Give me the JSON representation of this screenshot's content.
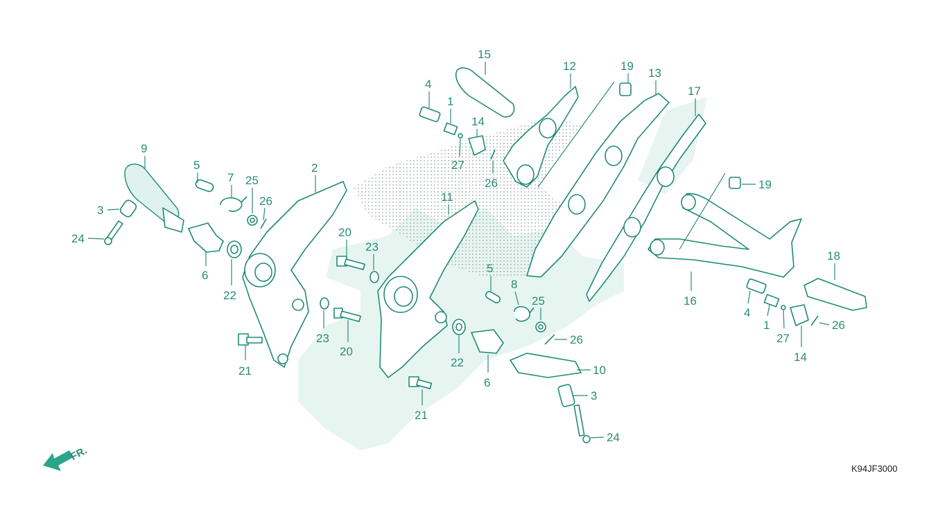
{
  "diagram_code": "K94JF3000",
  "direction_label": "FR.",
  "colors": {
    "line": "#1f8a74",
    "label": "#2b8a78",
    "watermark": "#e7f5f1"
  },
  "callouts": {
    "c1a": "1",
    "c1b": "1",
    "c2": "2",
    "c3a": "3",
    "c3b": "3",
    "c4a": "4",
    "c4b": "4",
    "c5a": "5",
    "c5b": "5",
    "c6a": "6",
    "c6b": "6",
    "c7": "7",
    "c8": "8",
    "c9": "9",
    "c10": "10",
    "c11": "11",
    "c12": "12",
    "c13": "13",
    "c14a": "14",
    "c14b": "14",
    "c15": "15",
    "c16": "16",
    "c17": "17",
    "c18": "18",
    "c19a": "19",
    "c19b": "19",
    "c20a": "20",
    "c20b": "20",
    "c21a": "21",
    "c21b": "21",
    "c22a": "22",
    "c22b": "22",
    "c23a": "23",
    "c23b": "23",
    "c24a": "24",
    "c24b": "24",
    "c25a": "25",
    "c25b": "25",
    "c26a": "26",
    "c26b": "26",
    "c26c": "26",
    "c27a": "27",
    "c27b": "27"
  }
}
